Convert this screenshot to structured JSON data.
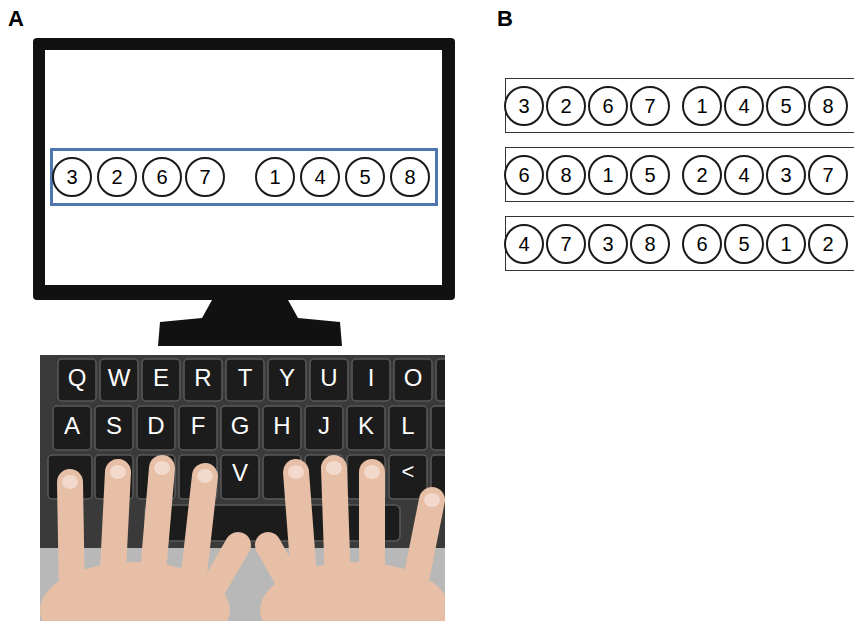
{
  "diagram": {
    "nodes": [
      {
        "text": []
      },
      {
        "text": [
          "3"
        ],
        "in": 0
      },
      {
        "text": [
          "2"
        ],
        "in": 0
      },
      {
        "text": [
          "6"
        ],
        "in": 0
      },
      {
        "text": [
          "7"
        ],
        "in": 0
      },
      {
        "text": [
          "1"
        ],
        "in": 0
      },
      {
        "text": [
          "4"
        ],
        "in": 0
      },
      {
        "text": [
          "5"
        ],
        "in": 0
      },
      {
        "text": [
          "8"
        ],
        "in": 0
      },
      {
        "text": []
      },
      {
        "text": [
          "3"
        ],
        "in": 9
      },
      {
        "text": [
          "2"
        ],
        "in": 9
      },
      {
        "text": [
          "6"
        ],
        "in": 9
      },
      {
        "text": [
          "7"
        ],
        "in": 9
      },
      {
        "text": [
          "1"
        ],
        "in": 9
      },
      {
        "text": [
          "4"
        ],
        "in": 9
      },
      {
        "text": [
          "5"
        ],
        "in": 9
      },
      {
        "text": [
          "8"
        ],
        "in": 9
      },
      {
        "text": []
      },
      {
        "text": [
          "6"
        ],
        "in": 18
      },
      {
        "text": [
          "8"
        ],
        "in": 18
      },
      {
        "text": [
          "1"
        ],
        "in": 18
      },
      {
        "text": [
          "5"
        ],
        "in": 18
      },
      {
        "text": [
          "2"
        ],
        "in": 18
      },
      {
        "text": [
          "4"
        ],
        "in": 18
      },
      {
        "text": [
          "3"
        ],
        "in": 18
      },
      {
        "text": [
          "7"
        ],
        "in": 18
      },
      {
        "text": []
      },
      {
        "text": [
          "4"
        ],
        "in": 27
      },
      {
        "text": [
          "7"
        ],
        "in": 27
      },
      {
        "text": [
          "3"
        ],
        "in": 27
      },
      {
        "text": [
          "8"
        ],
        "in": 27
      },
      {
        "text": [
          "6"
        ],
        "in": 27
      },
      {
        "text": [
          "5"
        ],
        "in": 27
      },
      {
        "text": [
          "1"
        ],
        "in": 27
      },
      {
        "text": [
          "2"
        ],
        "in": 27
      }
    ],
    "labels": [
      "A",
      "B",
      "Q",
      "W",
      "E",
      "R",
      "T",
      "Y",
      "U",
      "I",
      "O",
      "A",
      "S",
      "D",
      "F",
      "G",
      "H",
      "J",
      "K",
      "L",
      "V",
      "<"
    ]
  }
}
